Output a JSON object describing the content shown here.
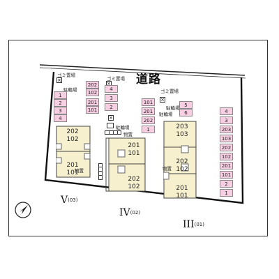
{
  "road_label": "道路",
  "garbage_label": "ゴミ置場",
  "bicycle_label": "駐輪場",
  "storage_label": "物置",
  "building_V": {
    "numeral": "V",
    "code": "(03)",
    "units_upper": [
      "202",
      "102"
    ],
    "units_lower": [
      "201",
      "101"
    ],
    "parking": [
      "1",
      "2",
      "3",
      "4"
    ]
  },
  "building_IV": {
    "numeral": "IV",
    "code": "(02)",
    "units_upper": [
      "201",
      "101"
    ],
    "units_lower": [
      "202",
      "102"
    ],
    "parking_col1": [
      "202",
      "102",
      "201",
      "101"
    ],
    "parking_col2": [
      "4",
      "3",
      "2"
    ],
    "parking_col3": [
      "101",
      "201",
      "202",
      "1"
    ]
  },
  "building_III": {
    "numeral": "III",
    "code": "(01)",
    "units_top": [
      "203",
      "103"
    ],
    "units_mid": [
      "202",
      "102"
    ],
    "units_bot": [
      "201",
      "101"
    ],
    "parking_small": [
      "5",
      "6"
    ],
    "parking_right": [
      "4",
      "3",
      "203",
      "103",
      "202",
      "102",
      "201",
      "101",
      "2",
      "1"
    ]
  },
  "compass": "north-arrow-icon"
}
